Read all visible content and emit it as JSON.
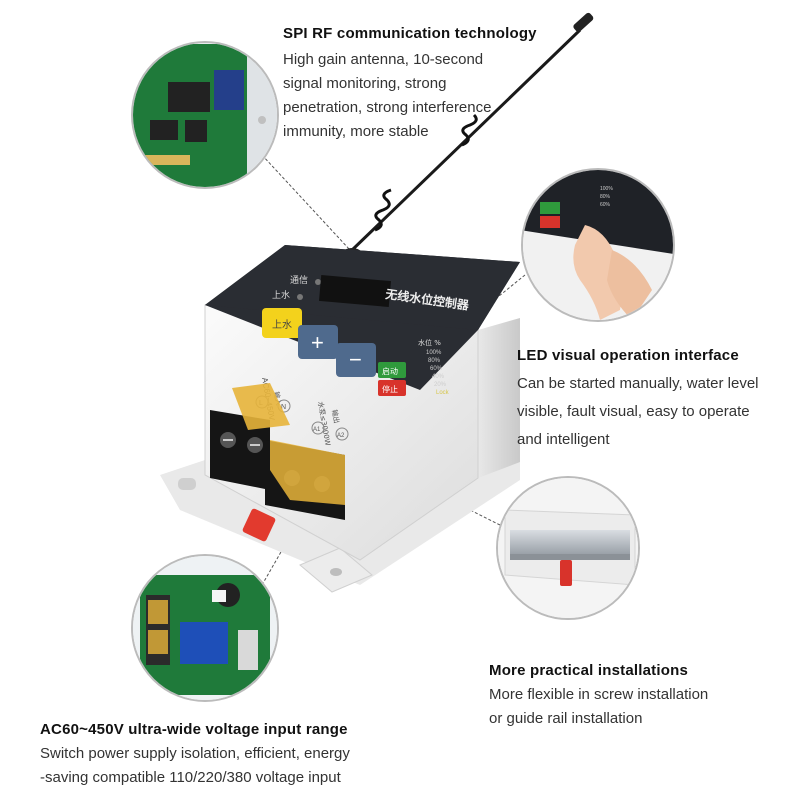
{
  "features": {
    "rf": {
      "title": "SPI RF communication technology",
      "lines": [
        "High gain antenna, 10-second",
        "signal monitoring, strong",
        "penetration, strong interference",
        "immunity, more stable"
      ]
    },
    "led": {
      "title": "LED visual operation interface",
      "lines": [
        "Can be started manually, water level",
        "visible, fault visual, easy to operate",
        "and intelligent"
      ]
    },
    "install": {
      "title": "More practical installations",
      "lines": [
        "More flexible in screw installation",
        "or guide rail installation"
      ]
    },
    "voltage": {
      "title": "AC60~450V ultra-wide voltage input range",
      "lines": [
        "Switch power supply isolation, efficient, energy",
        "-saving compatible 110/220/380 voltage input"
      ]
    }
  },
  "device": {
    "panel_title": "无线水位控制器",
    "label_comm": "通信",
    "label_water": "上水",
    "btn_yellow": "上水",
    "btn_plus": "+",
    "btn_minus": "−",
    "btn_start": "启动",
    "btn_stop": "停止",
    "level_header": "水位 %",
    "level_rows": [
      "100%",
      "80%",
      "60%",
      "40%",
      "20%"
    ],
    "lock": "Lock",
    "input_label": "AC60~450V",
    "input_sub": "输入",
    "terminal_l": "L",
    "terminal_n": "N",
    "output_label": "水泵≤3000W",
    "output_sub": "输出",
    "terminal_a1": "A1",
    "terminal_a2": "A2"
  },
  "colors": {
    "panel": "#2a2d33",
    "yellow_button": "#f3d21c",
    "blue_button": "#4f6a8d",
    "start_button": "#2f9a3c",
    "stop_button": "#d8332b",
    "fuse": "#e7b43a",
    "pcb": "#1f7a3a"
  }
}
